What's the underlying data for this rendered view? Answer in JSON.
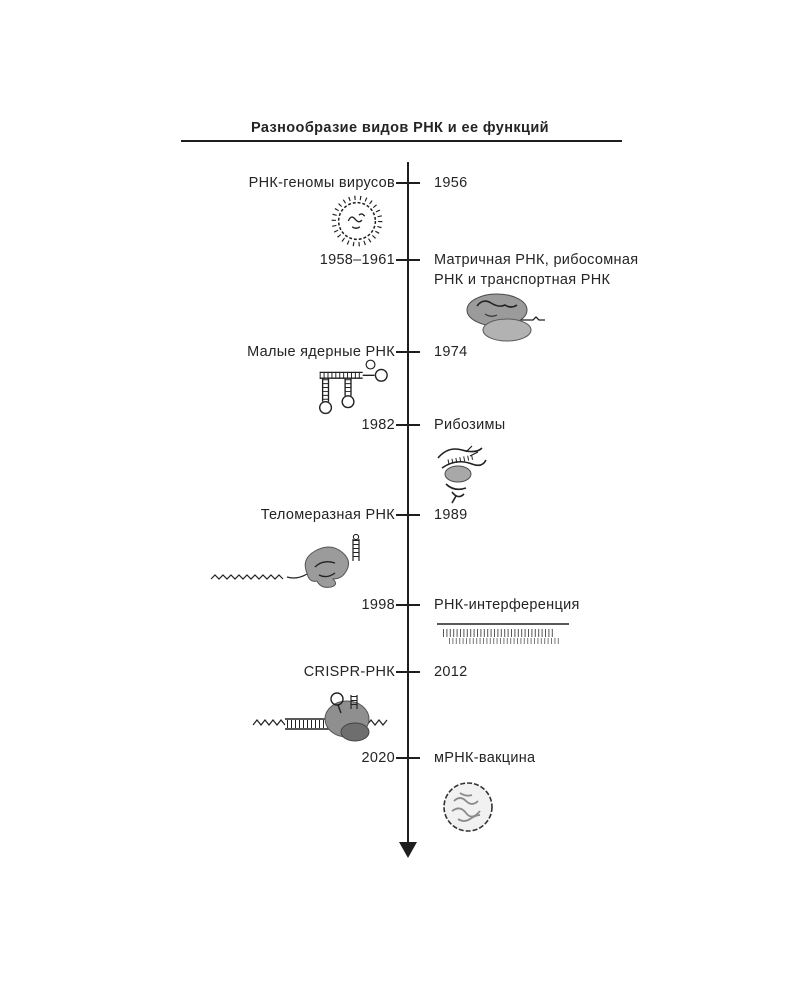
{
  "title": "Разнообразие видов РНК и ее функций",
  "colors": {
    "ink": "#1e1e1e",
    "blob_gray": "#9b9b9b",
    "blob_dark": "#6e6e6e",
    "background": "#ffffff"
  },
  "timeline": {
    "direction": "vertical-down",
    "entries": [
      {
        "year": "1956",
        "label": "РНК-геномы вирусов",
        "label_side": "left",
        "icon": "virus-icon"
      },
      {
        "year": "1958–1961",
        "label": "Матричная РНК, рибосомная РНК и транспортная РНК",
        "label_side": "right",
        "icon": "ribosome-icon"
      },
      {
        "year": "1974",
        "label": "Малые ядерные РНК",
        "label_side": "left",
        "icon": "snrna-icon"
      },
      {
        "year": "1982",
        "label": "Рибозимы",
        "label_side": "right",
        "icon": "ribozyme-icon"
      },
      {
        "year": "1989",
        "label": "Теломеразная РНК",
        "label_side": "left",
        "icon": "telomerase-icon"
      },
      {
        "year": "1998",
        "label": "РНК-интерференция",
        "label_side": "right",
        "icon": "rna-interference-icon"
      },
      {
        "year": "2012",
        "label": "CRISPR-РНК",
        "label_side": "left",
        "icon": "crispr-icon"
      },
      {
        "year": "2020",
        "label": "мРНК-вакцина",
        "label_side": "right",
        "icon": "mrna-vaccine-icon"
      }
    ]
  }
}
